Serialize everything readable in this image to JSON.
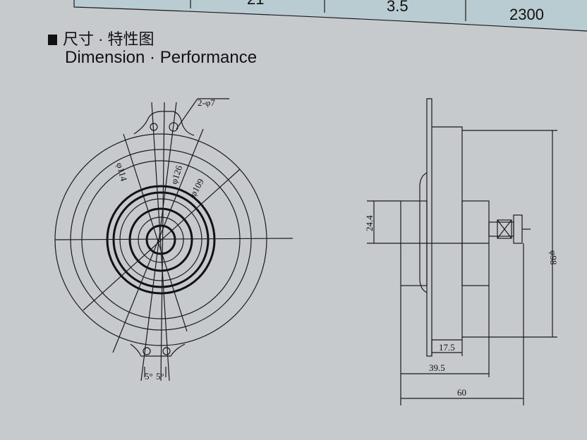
{
  "table": {
    "row": [
      "",
      "21",
      "3.5",
      "2300"
    ],
    "colors": {
      "fill": "#b9ccd2",
      "line": "#111111"
    }
  },
  "header": {
    "title_cn": "尺寸 · 特性图",
    "title_en": "Dimension · Performance"
  },
  "front_view": {
    "holes_label": "2-φ7",
    "d114": "φ114",
    "d126": "φ126",
    "d109": "φ109",
    "angle_left": "5°",
    "angle_right": "5°"
  },
  "side_view": {
    "d244": "24.4",
    "d98": "φ98",
    "d175": "17.5",
    "d395": "39.5",
    "d60": "60"
  }
}
